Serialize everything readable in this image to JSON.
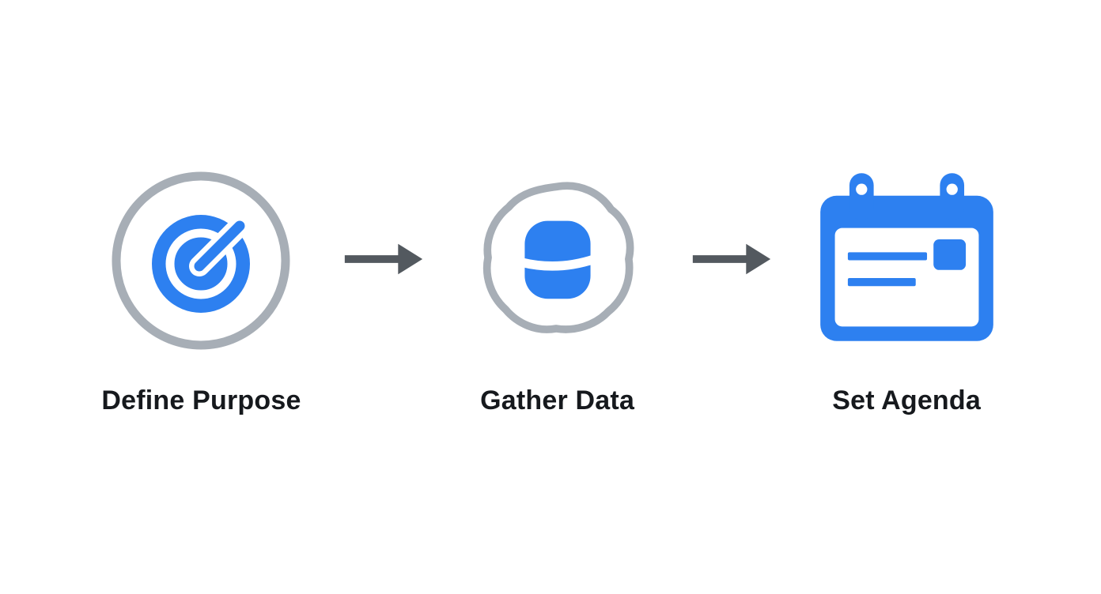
{
  "figure": {
    "type": "process-flow",
    "orientation": "horizontal",
    "steps": [
      {
        "label": "Define Purpose",
        "icon": "target-bullseye-icon"
      },
      {
        "label": "Gather Data",
        "icon": "database-icon"
      },
      {
        "label": "Set Agenda",
        "icon": "calendar-icon"
      }
    ],
    "connectors": [
      {
        "icon": "arrow-right-icon"
      },
      {
        "icon": "arrow-right-icon"
      }
    ]
  },
  "colors": {
    "accent_blue": "#2D80F0",
    "outline_gray": "#A7AEB6",
    "arrow_gray": "#53595F",
    "text_color": "#16191D",
    "bg_color": "#FFFFFF"
  }
}
